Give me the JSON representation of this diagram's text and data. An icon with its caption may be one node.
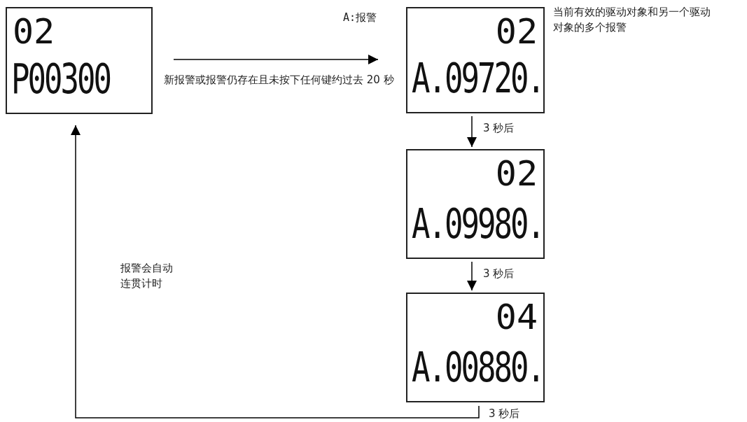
{
  "diagram": {
    "nodes": [
      {
        "text": [
          "02",
          "P00300"
        ]
      },
      {
        "text": [
          "02",
          "A.09720."
        ],
        "beside": [
          "A:报警",
          "当前有效的驱动对象和另一个驱动对象的多个报警"
        ]
      },
      {
        "text": [
          "02",
          "A.09980."
        ]
      },
      {
        "text": [
          "04",
          "A.00880."
        ]
      }
    ],
    "edges": [
      {
        "from": 0,
        "to": 1,
        "arrow": "to",
        "label": "新报警或报警仍存在且未按下任何键约过去 20 秒"
      },
      {
        "from": 1,
        "to": 2,
        "arrow": "to",
        "label": "3 秒后"
      },
      {
        "from": 2,
        "to": 3,
        "arrow": "to",
        "label": "3 秒后"
      },
      {
        "from": 3,
        "to": 0,
        "arrow": "to",
        "label": "3 秒后"
      }
    ],
    "labels": [
      "报警会自动连贯计时"
    ]
  }
}
